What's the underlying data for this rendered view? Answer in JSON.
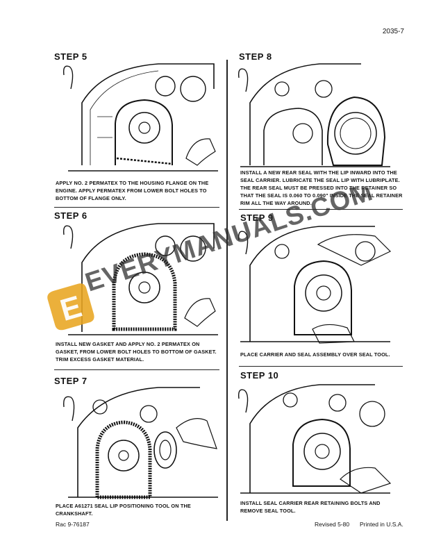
{
  "page_number": "2035-7",
  "steps": [
    {
      "title": "STEP 5",
      "caption": "APPLY NO. 2 PERMATEX TO THE HOUSING FLANGE ON THE ENGINE. APPLY PERMATEX FROM LOWER BOLT HOLES TO BOTTOM OF FLANGE ONLY."
    },
    {
      "title": "STEP 6",
      "caption": "INSTALL NEW GASKET AND APPLY NO. 2 PERMATEX ON GASKET, FROM LOWER BOLT HOLES TO BOTTOM OF GASKET. TRIM EXCESS GASKET MATERIAL."
    },
    {
      "title": "STEP 7",
      "caption": "PLACE A61271 SEAL LIP POSITIONING TOOL ON THE CRANKSHAFT."
    },
    {
      "title": "STEP 8",
      "caption": "INSTALL A NEW REAR SEAL WITH THE LIP INWARD INTO THE SEAL CARRIER. LUBRICATE THE SEAL LIP WITH LUBRIPLATE. THE REAR SEAL MUST BE PRESSED INTO THE RETAINER SO THAT THE SEAL IS 0.060 TO 0.090\" INSIDE THE SEAL RETAINER RIM ALL THE WAY AROUND."
    },
    {
      "title": "STEP 9",
      "caption": "PLACE CARRIER AND SEAL ASSEMBLY OVER SEAL TOOL."
    },
    {
      "title": "STEP 10",
      "caption": "INSTALL SEAL CARRIER REAR RETAINING BOLTS AND REMOVE SEAL TOOL."
    }
  ],
  "footer": {
    "left": "Rac 9-76187",
    "revised": "Revised 5-80",
    "printed": "Printed in U.S.A."
  },
  "watermark": {
    "text": "EVERYMANUALS.COM",
    "logo_letter": "E"
  },
  "colors": {
    "ink": "#111111",
    "watermark_text": "#2a2a2a",
    "watermark_logo": "#e8a520"
  }
}
